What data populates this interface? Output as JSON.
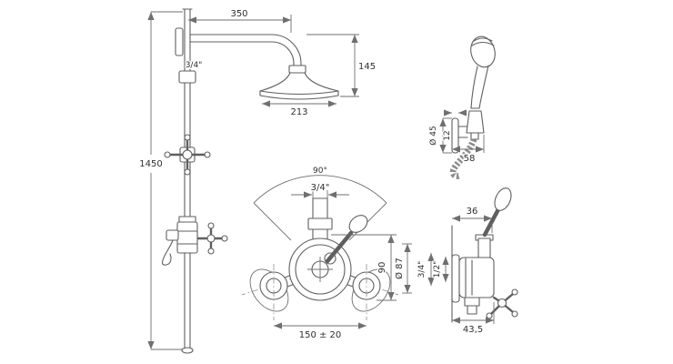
{
  "drawing": {
    "background": "#ffffff",
    "line_color": "#5f5f5f",
    "text_color": "#2e2e2e"
  },
  "shower_column": {
    "arm_length": "350",
    "riser_thread": "3/4\"",
    "head_height": "145",
    "head_diameter": "213",
    "column_height": "1450"
  },
  "valve_front": {
    "handle_swivel": "90°",
    "outlet_thread": "3/4\"",
    "body_height": "90",
    "flange_diameter": "Ø 87",
    "inlet_spacing": "150 ± 20"
  },
  "hand_shower": {
    "bracket_diameter": "Ø 45",
    "bracket_depth": "12",
    "bracket_width": "58"
  },
  "valve_side": {
    "body_depth": "36",
    "outlet_thread": "3/4\"",
    "inlet_thread": "1/2\"",
    "projection": "43,5"
  }
}
